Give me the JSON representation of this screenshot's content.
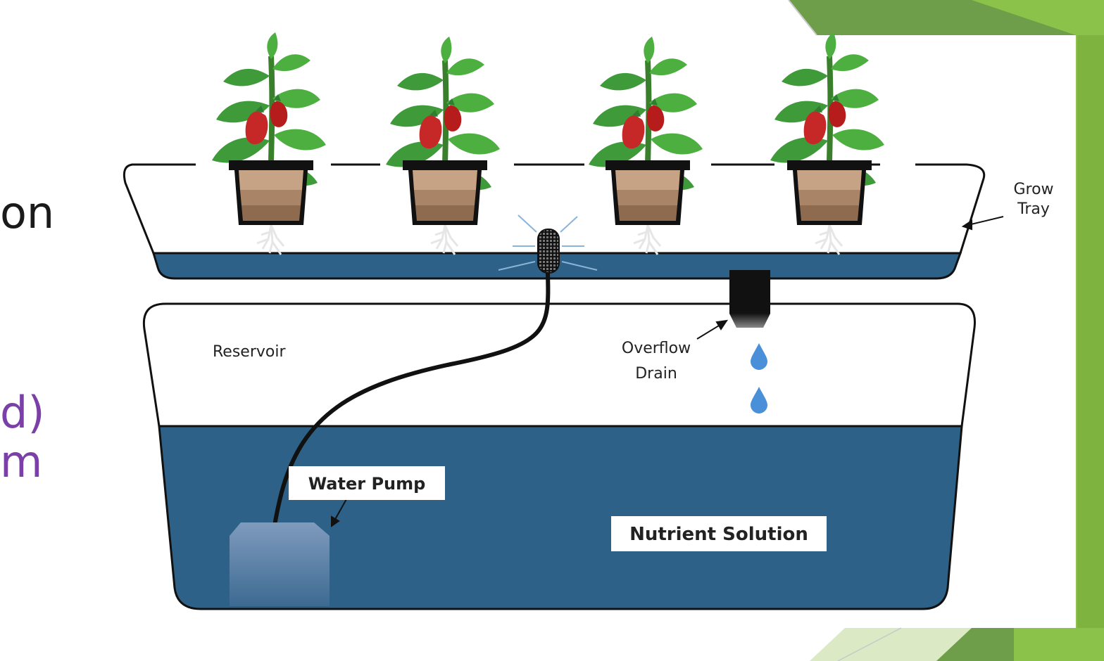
{
  "slide": {
    "left_text_fragments": [
      "on",
      "d)",
      "m"
    ],
    "colors": {
      "black_text": "#1a1a1a",
      "purple_text": "#7b3fa8",
      "accent_green": "#8bc34a"
    }
  },
  "diagram": {
    "labels": {
      "grow_tray_line1": "Grow",
      "grow_tray_line2": "Tray",
      "reservoir": "Reservoir",
      "overflow_line1": "Overflow",
      "overflow_line2": "Drain",
      "water_pump": "Water Pump",
      "nutrient_solution": "Nutrient Solution"
    },
    "colors": {
      "water": "#2e6187",
      "pot_rim": "#111111",
      "soil": "#b58d6a",
      "leaf": "#3f9a3a",
      "pepper": "#c62828",
      "drop": "#4a90d9"
    },
    "plant_count": 4
  }
}
